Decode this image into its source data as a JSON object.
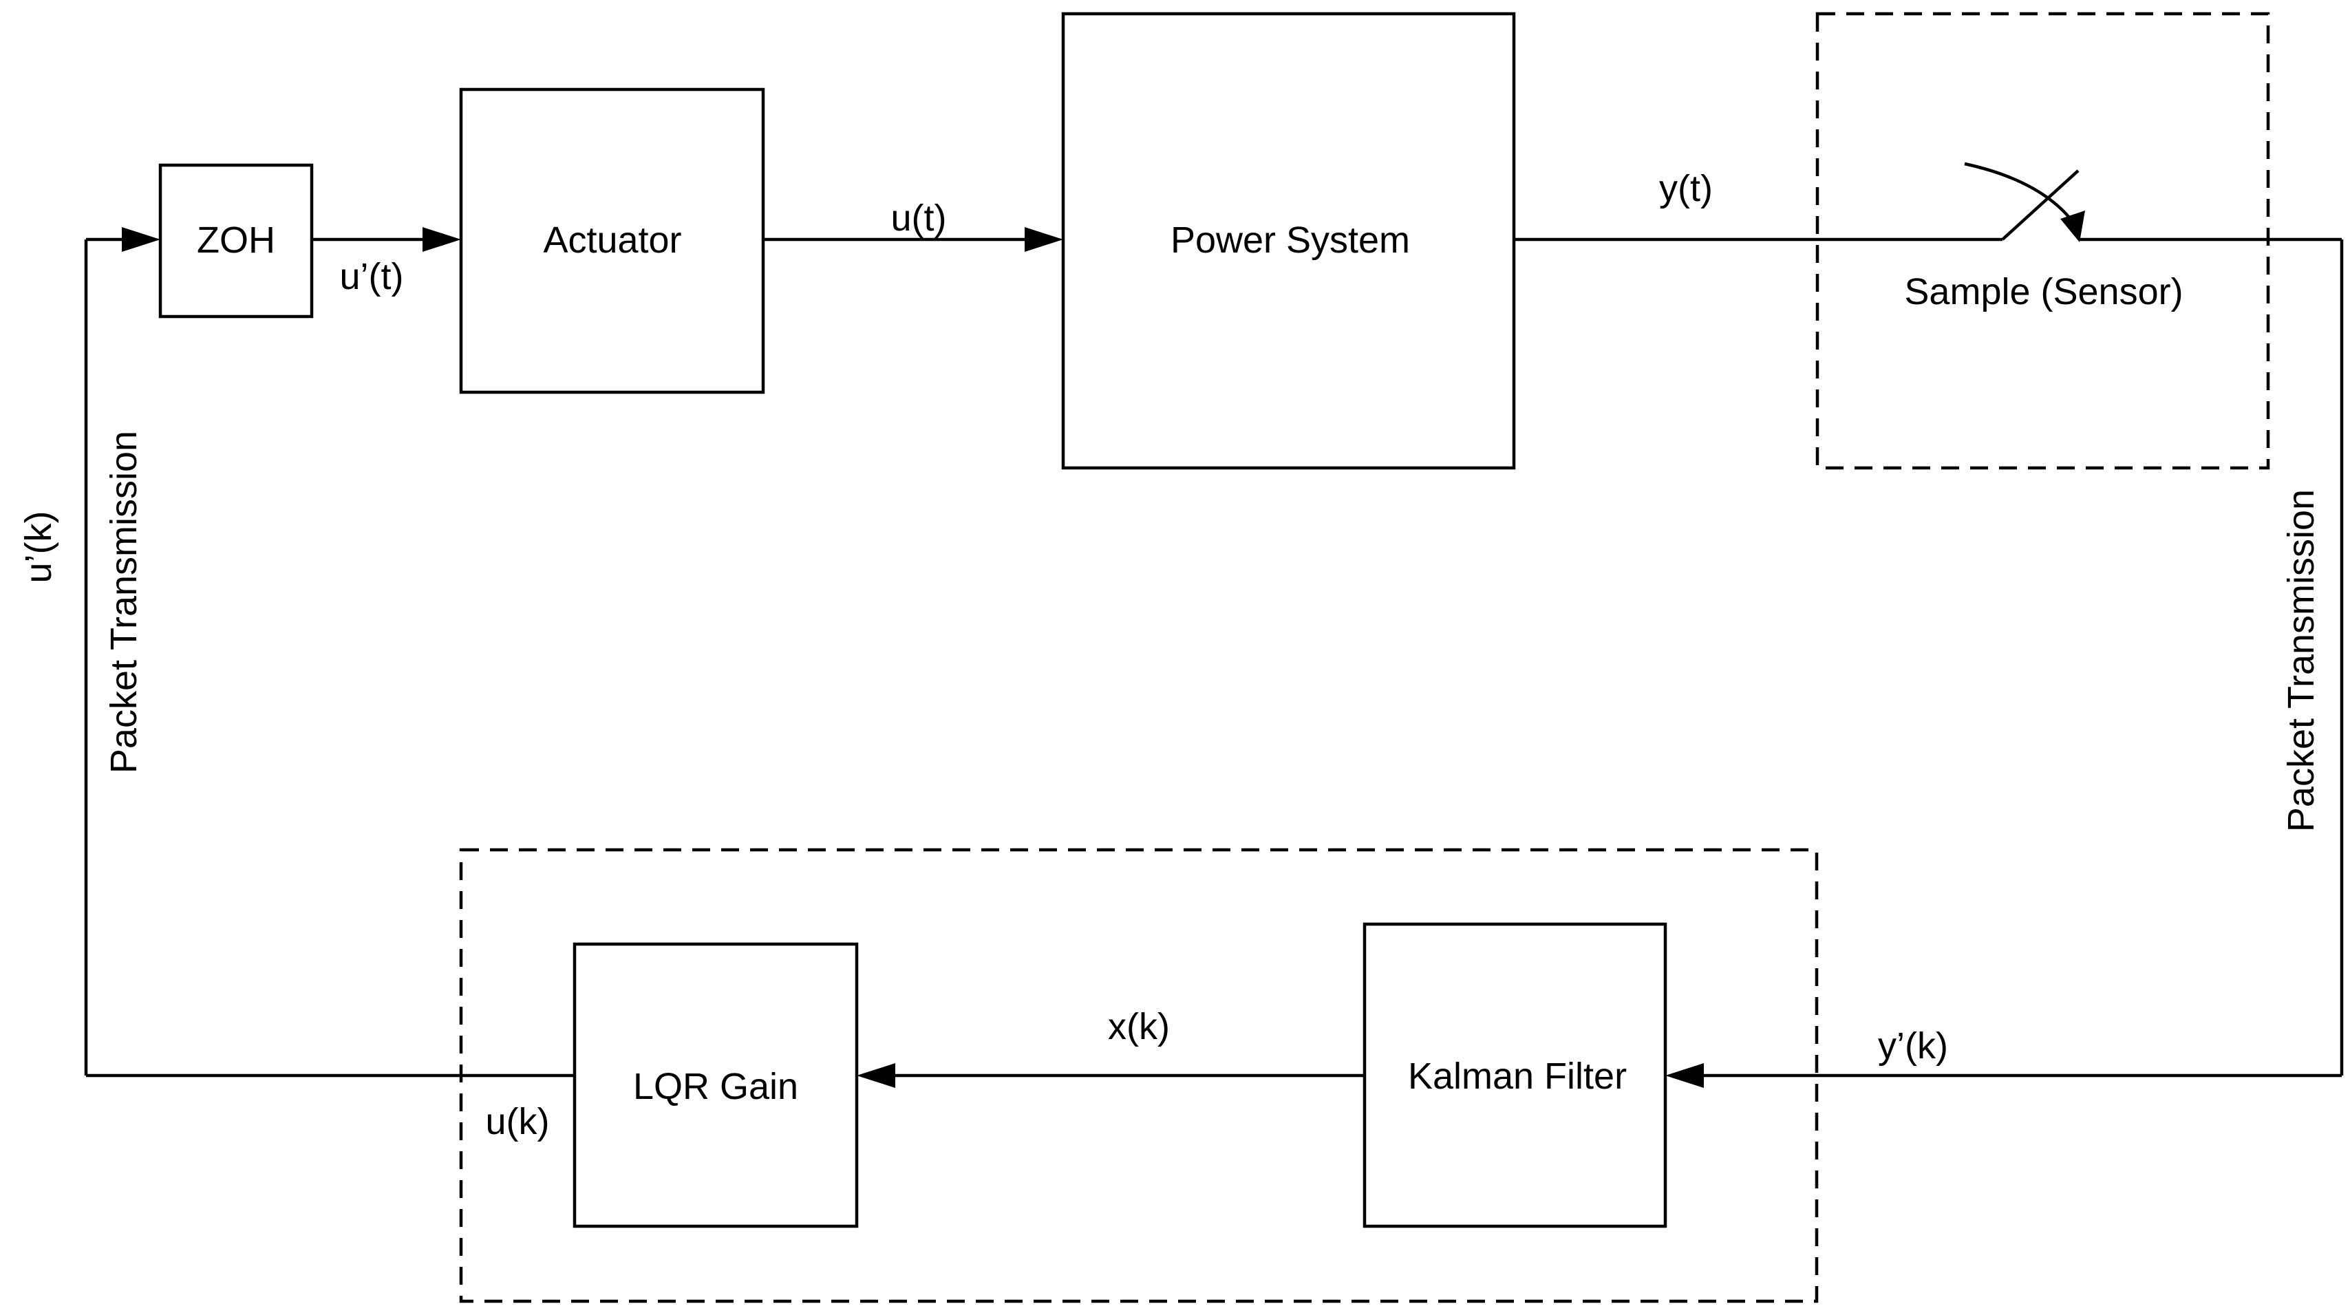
{
  "blocks": {
    "zoh": "ZOH",
    "actuator": "Actuator",
    "power_system": "Power System",
    "sample_sensor": "Sample (Sensor)",
    "lqr_gain": "LQR Gain",
    "kalman_filter": "Kalman Filter"
  },
  "signals": {
    "u_prime_t": "u’(t)",
    "u_t": "u(t)",
    "y_t": "y(t)",
    "y_prime_k": "y’(k)",
    "x_k": "x(k)",
    "u_k": "u(k)",
    "u_prime_k": "u’(k)"
  },
  "links": {
    "left_packet_transmission": "Packet Transmission",
    "right_packet_transmission": "Packet Transmission"
  }
}
